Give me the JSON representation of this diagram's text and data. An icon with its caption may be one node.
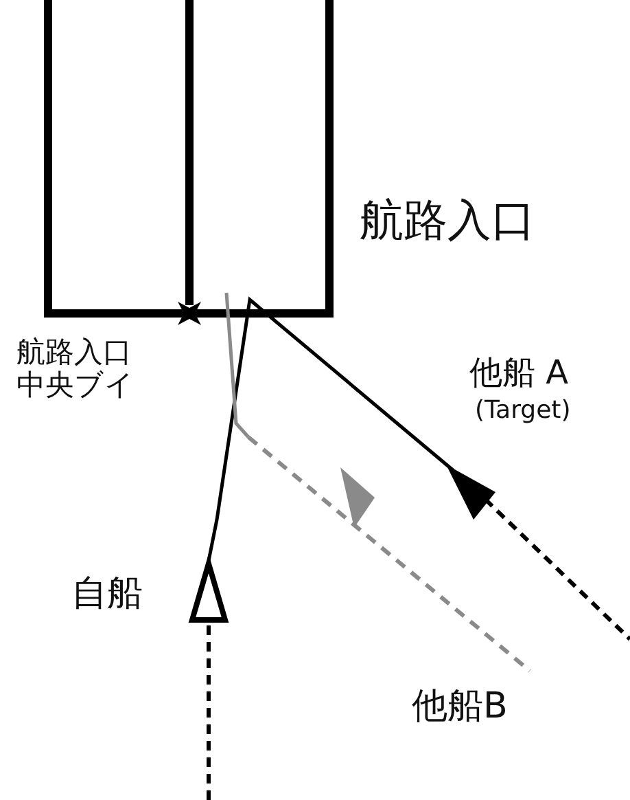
{
  "diagram": {
    "labels": [
      "航路入口",
      "航路入口中央ブイ",
      "他船 A",
      "(Target)",
      "自船",
      "他船B"
    ]
  }
}
